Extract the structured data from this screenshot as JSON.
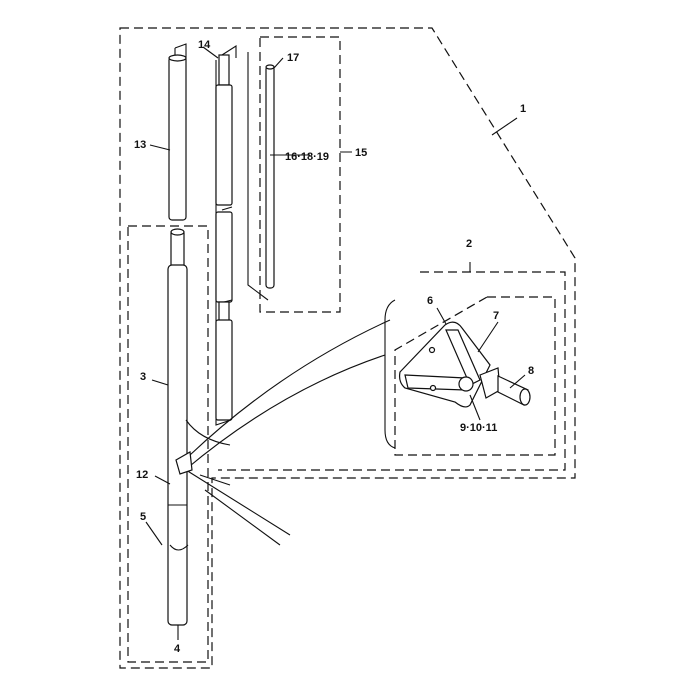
{
  "diagram": {
    "type": "exploded parts diagram",
    "callouts": {
      "c1": "1",
      "c2": "2",
      "c3": "3",
      "c4": "4",
      "c5": "5",
      "c6": "6",
      "c7": "7",
      "c8": "8",
      "c9_10_11": "9·10·11",
      "c12": "12",
      "c13": "13",
      "c14": "14",
      "c15": "15",
      "c16_18_19": "16·18·19",
      "c17": "17"
    }
  }
}
